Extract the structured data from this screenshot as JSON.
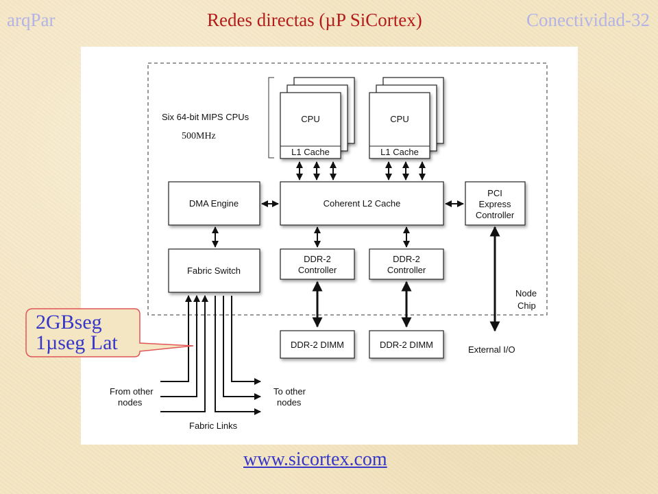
{
  "header": {
    "left": "arqPar",
    "center": "Redes directas (µP SiCortex)",
    "right": "Conectividad-32"
  },
  "diagram": {
    "cpus_label": "Six 64-bit MIPS CPUs",
    "cpus_speed": "500MHz",
    "cpu_label": "CPU",
    "l1_label": "L1 Cache",
    "dma": "DMA Engine",
    "l2": "Coherent L2 Cache",
    "pci_line1": "PCI",
    "pci_line2": "Express",
    "pci_line3": "Controller",
    "fabric_switch": "Fabric Switch",
    "ddr_ctrl_line1": "DDR-2",
    "ddr_ctrl_line2": "Controller",
    "node_chip_line1": "Node",
    "node_chip_line2": "Chip",
    "dimm": "DDR-2 DIMM",
    "external_io": "External I/O",
    "from_line1": "From other",
    "from_line2": "nodes",
    "to_line1": "To other",
    "to_line2": "nodes",
    "fabric_links": "Fabric Links"
  },
  "callout": {
    "line1": "2GBseg",
    "line2": "1µseg Lat"
  },
  "footer": {
    "link": "www.sicortex.com"
  },
  "colors": {
    "title_red": "#b41c1c",
    "title_lavender": "#b3b3e6",
    "link_blue": "#3636c8",
    "callout_border": "#e05555"
  }
}
